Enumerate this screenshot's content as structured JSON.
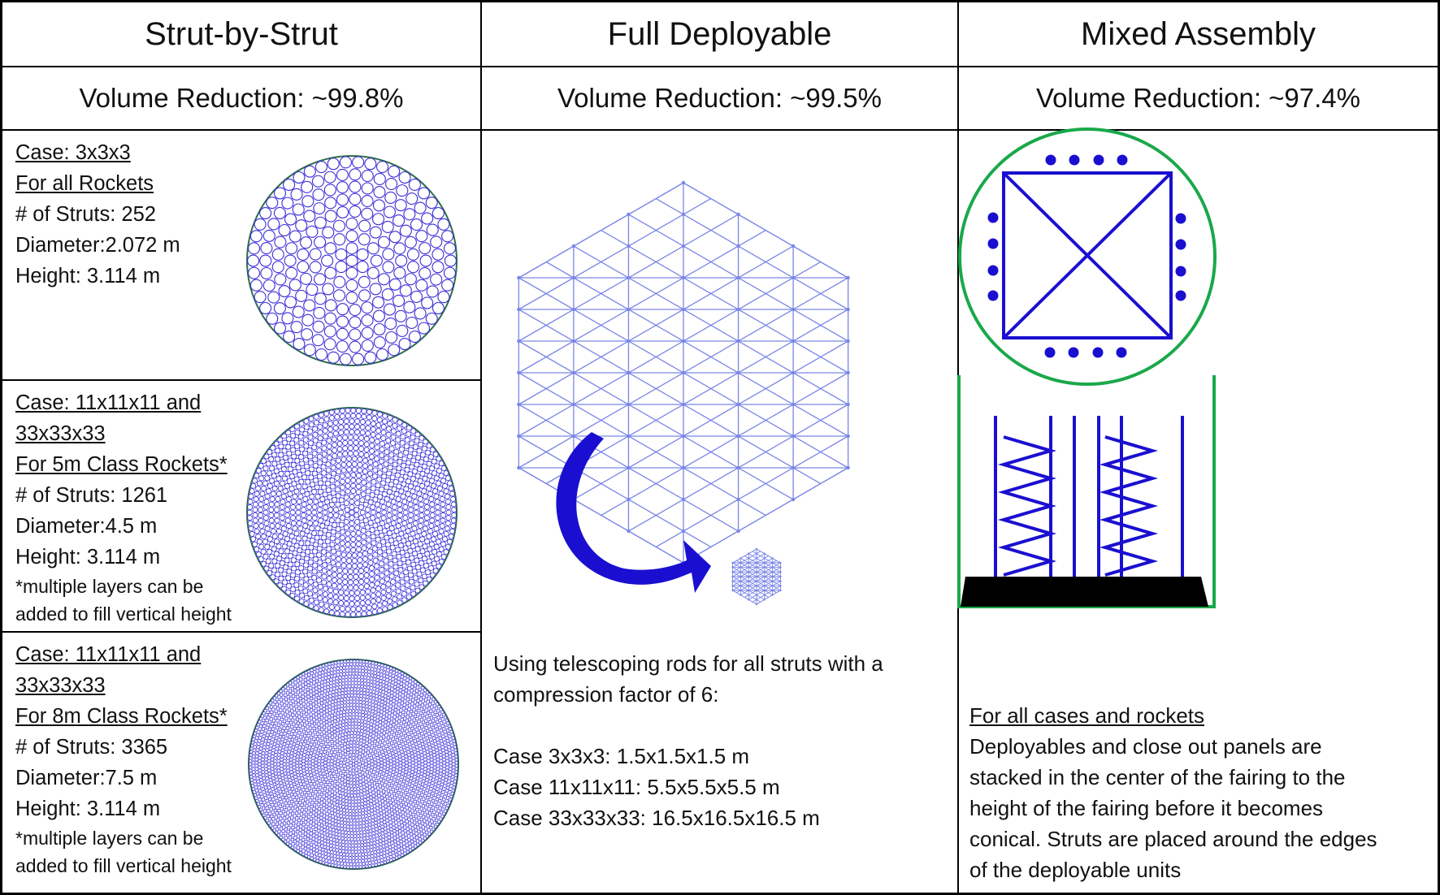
{
  "columns": [
    {
      "title": "Strut-by-Strut",
      "volume_reduction": "Volume Reduction: ~99.8%"
    },
    {
      "title": "Full Deployable",
      "volume_reduction": "Volume Reduction: ~99.5%"
    },
    {
      "title": "Mixed Assembly",
      "volume_reduction": "Volume Reduction: ~97.4%"
    }
  ],
  "strut_cases": [
    {
      "case": "Case: 3x3x3",
      "rockets": "For all Rockets",
      "struts": "# of Struts: 252",
      "diameter": "Diameter:2.072 m",
      "height": "Height: 3.114 m",
      "note1": "",
      "note2": ""
    },
    {
      "case_line1": "Case: 11x11x11 and ",
      "case_line2": "33x33x33",
      "rockets": "For 5m Class Rockets*",
      "struts": "# of Struts: 1261",
      "diameter": "Diameter:4.5 m",
      "height": "Height: 3.114 m",
      "note1": "*multiple layers can be",
      "note2": "added to fill vertical height"
    },
    {
      "case_line1": "Case: 11x11x11 and ",
      "case_line2": "33x33x33",
      "rockets": "For 8m Class Rockets*",
      "struts": "# of Struts: 3365",
      "diameter": "Diameter:7.5 m",
      "height": "Height: 3.114 m",
      "note1": "*multiple layers can be",
      "note2": "added to fill vertical height"
    }
  ],
  "deployable": {
    "line1": "Using telescoping rods for all struts with a",
    "line2": "compression factor of 6:",
    "cases": [
      "Case 3x3x3: 1.5x1.5x1.5 m",
      "Case 11x11x11: 5.5x5.5x5.5 m",
      "Case 33x33x33: 16.5x16.5x16.5 m"
    ]
  },
  "mixed": {
    "heading": "For all cases and rockets",
    "lines": [
      "Deployables and close out panels are",
      "stacked in the center of the fairing to the",
      "height of the fairing before it becomes",
      "conical. Struts are placed around the edges",
      "of the deployable units"
    ]
  },
  "colors": {
    "strut_blue": "#3a2fd6",
    "mesh_blue": "#7a86e6",
    "solid_blue": "#1a0fd0",
    "fairing_green": "#1aa84a",
    "ring_green": "#2e6e4a",
    "base_black": "#000000"
  },
  "icons": {
    "compression_arrow": "curved-arrow-icon"
  }
}
